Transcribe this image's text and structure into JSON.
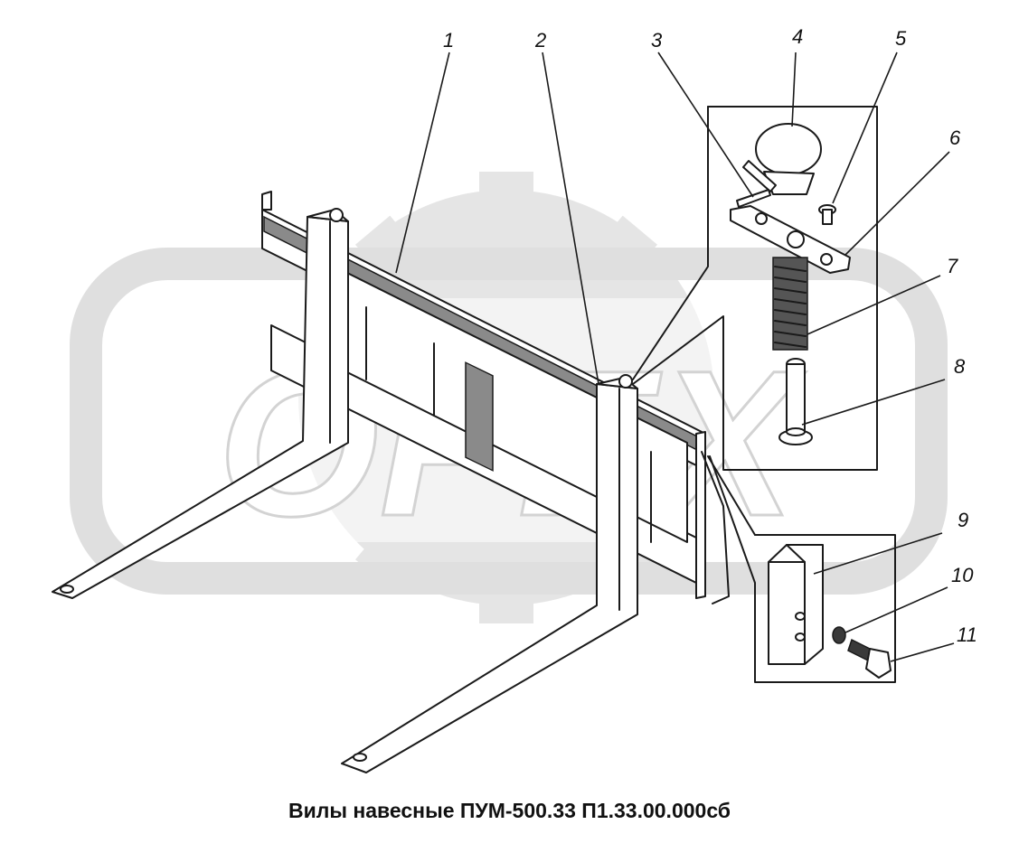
{
  "caption": "Вилы навесные ПУМ-500.33 П1.33.00.000сб",
  "watermark": {
    "text": "OPEX",
    "color": "#d9d9d9"
  },
  "callouts": [
    "1",
    "2",
    "3",
    "4",
    "5",
    "6",
    "7",
    "8",
    "9",
    "10",
    "11"
  ]
}
